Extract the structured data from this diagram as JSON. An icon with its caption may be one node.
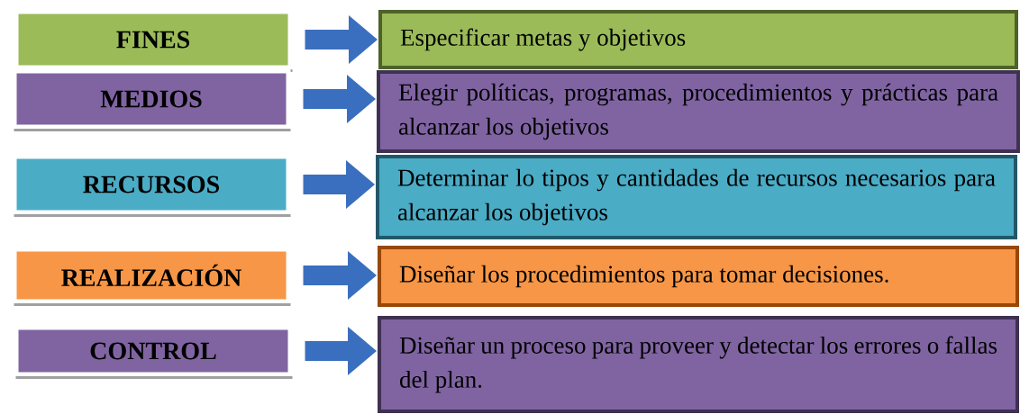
{
  "diagram": {
    "nodes": [
      {
        "text": [
          "FINES"
        ]
      },
      {
        "text": [
          "MEDIOS"
        ]
      },
      {
        "text": [
          "RECURSOS"
        ]
      },
      {
        "text": [
          "REALIZACIÓN"
        ]
      },
      {
        "text": [
          "CONTROL"
        ]
      },
      {
        "text": [
          "Especificar metas y objetivos"
        ]
      },
      {
        "text": [
          "Elegir políticas, programas, procedimientos y prácticas para alcanzar los objetivos"
        ]
      },
      {
        "text": [
          "Determinar lo tipos y cantidades de recursos necesarios para alcanzar los objetivos"
        ]
      },
      {
        "text": [
          "Diseñar los procedimientos para tomar decisiones."
        ]
      },
      {
        "text": [
          "Diseñar un proceso para proveer y detectar los errores o fallas del plan."
        ]
      }
    ],
    "edges": [
      {
        "from": 0,
        "to": 5,
        "arrow": "to"
      },
      {
        "from": 1,
        "to": 6,
        "arrow": "to"
      },
      {
        "from": 2,
        "to": 7,
        "arrow": "to"
      },
      {
        "from": 3,
        "to": 8,
        "arrow": "to"
      },
      {
        "from": 4,
        "to": 9,
        "arrow": "to"
      }
    ]
  }
}
